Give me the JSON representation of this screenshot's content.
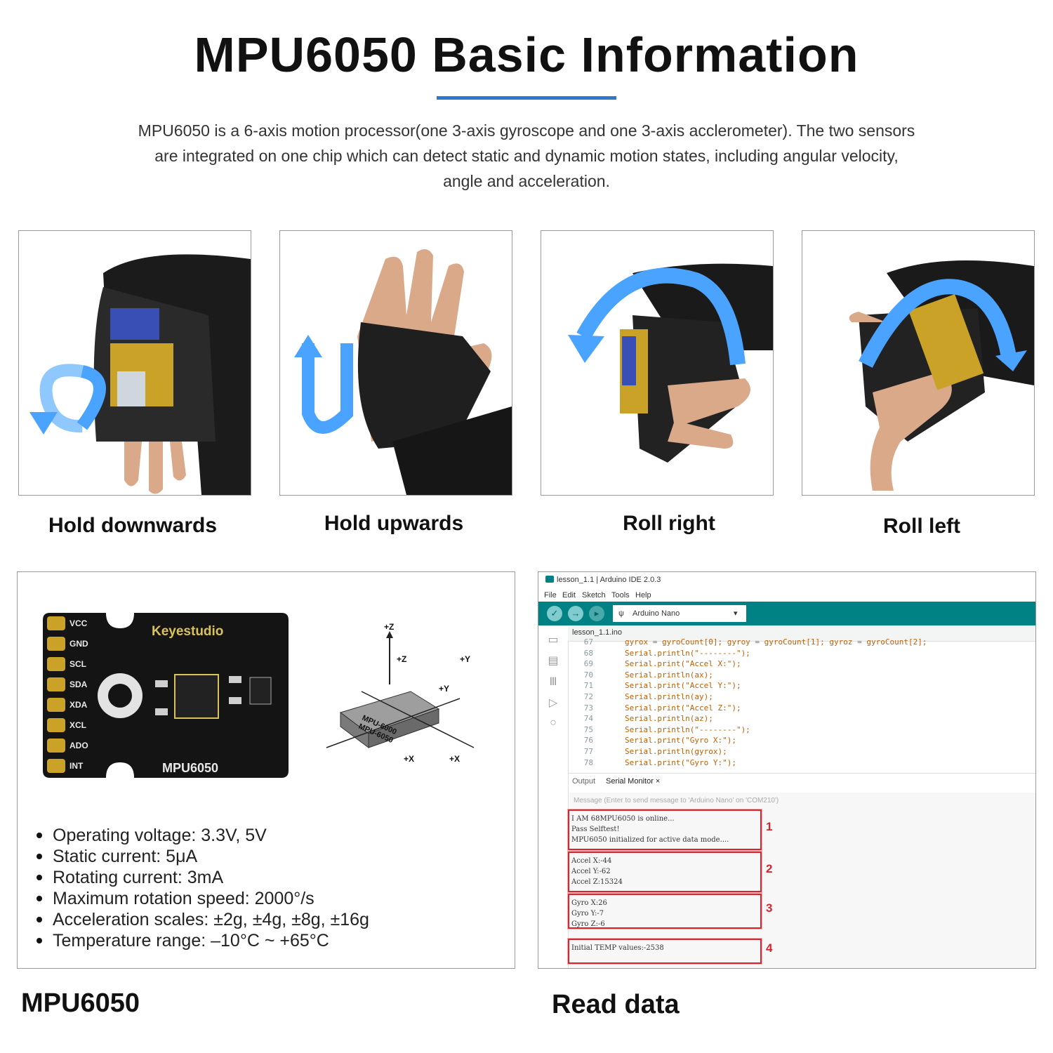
{
  "header": {
    "title": "MPU6050 Basic Information",
    "intro": "MPU6050 is a 6-axis motion processor(one 3-axis gyroscope and one 3-axis acclerometer). The two sensors are integrated on one chip which can detect static and dynamic motion states, including angular velocity, angle and acceleration.",
    "accent_color": "#2f78cc"
  },
  "gestures": [
    {
      "label": "Hold downwards",
      "arrow_color": "#4aa3ff"
    },
    {
      "label": "Hold upwards",
      "arrow_color": "#4aa3ff"
    },
    {
      "label": "Roll right",
      "arrow_color": "#4aa3ff"
    },
    {
      "label": "Roll left",
      "arrow_color": "#4aa3ff"
    }
  ],
  "module": {
    "brand": "Keyestudio",
    "model": "MPU6050",
    "pins": [
      "VCC",
      "GND",
      "SCL",
      "SDA",
      "XDA",
      "XCL",
      "ADO",
      "INT"
    ],
    "chip_labels": [
      "MPU-6000",
      "MPU-6050"
    ],
    "axes": [
      "+Z",
      "+Z",
      "+Y",
      "+Y",
      "+X",
      "+X"
    ],
    "specs": [
      "Operating voltage: 3.3V, 5V",
      "Static current: 5μA",
      "Rotating current: 3mA",
      "Maximum rotation speed: 2000°/s",
      "Acceleration scales: ±2g, ±4g, ±8g, ±16g",
      "Temperature range: –10°C ~ +65°C"
    ],
    "caption": "MPU6050"
  },
  "ide": {
    "window_title": "lesson_1.1 | Arduino IDE 2.0.3",
    "menu": [
      "File",
      "Edit",
      "Sketch",
      "Tools",
      "Help"
    ],
    "board": "Arduino Nano",
    "file_tab": "lesson_1.1.ino",
    "toolbar_color": "#008184",
    "code": [
      {
        "n": "67",
        "t": "gyrox = gyroCount[0]; gyroy = gyroCount[1]; gyroz = gyroCount[2];"
      },
      {
        "n": "68",
        "t": "Serial.println(\"--------\");"
      },
      {
        "n": "69",
        "t": "Serial.print(\"Accel X:\");"
      },
      {
        "n": "70",
        "t": "Serial.println(ax);"
      },
      {
        "n": "71",
        "t": "Serial.print(\"Accel Y:\");"
      },
      {
        "n": "72",
        "t": "Serial.println(ay);"
      },
      {
        "n": "73",
        "t": "Serial.print(\"Accel Z:\");"
      },
      {
        "n": "74",
        "t": "Serial.println(az);"
      },
      {
        "n": "75",
        "t": "Serial.println(\"--------\");"
      },
      {
        "n": "76",
        "t": "Serial.print(\"Gyro X:\");"
      },
      {
        "n": "77",
        "t": "Serial.println(gyrox);"
      },
      {
        "n": "78",
        "t": "Serial.print(\"Gyro Y:\");"
      }
    ],
    "tabs": {
      "output": "Output",
      "serial": "Serial Monitor"
    },
    "message_placeholder": "Message (Enter to send message to 'Arduino Nano' on 'COM210')",
    "serial_groups": [
      {
        "no": "1",
        "lines": "I AM 68MPU6050 is online...\nPass Selftest!\nMPU6050 initialized for active data mode...."
      },
      {
        "no": "2",
        "lines": "Accel X:-44\nAccel Y:-62\nAccel Z:15324"
      },
      {
        "no": "3",
        "lines": "Gyro X:26\nGyro Y:-7\nGyro Z:-6"
      },
      {
        "no": "4",
        "lines": "Initial TEMP values:-2538"
      }
    ],
    "caption": "Read data"
  }
}
